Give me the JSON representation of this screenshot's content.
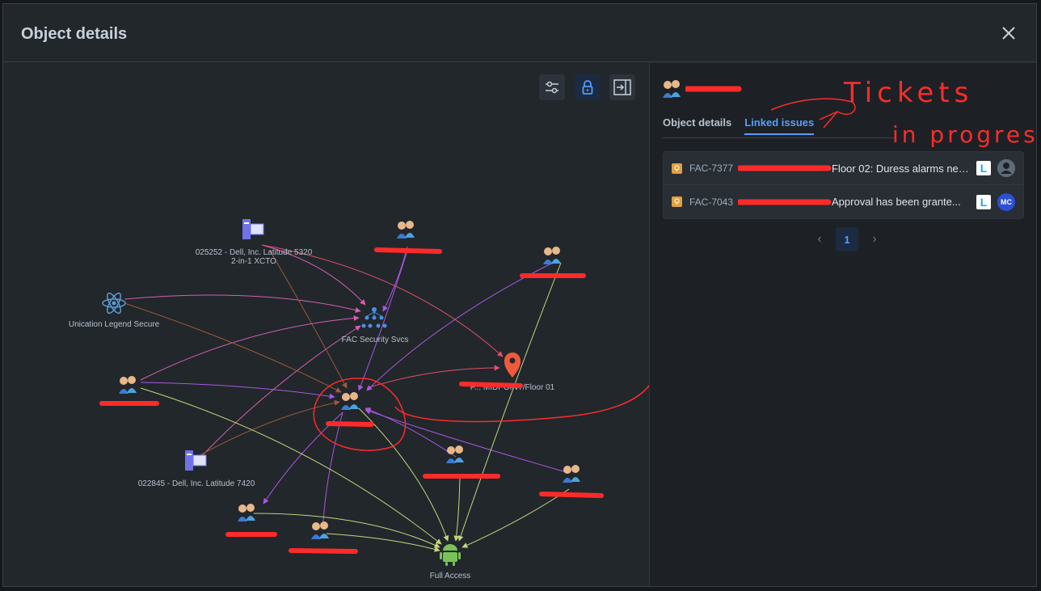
{
  "modal": {
    "title": "Object details"
  },
  "graph": {
    "toolbar": {
      "filter_icon": "sliders-icon",
      "lock_icon": "lock-icon",
      "collapse_icon": "panel-collapse-icon"
    },
    "nodes": {
      "laptop_5320": {
        "label_line1": "025252 - Dell, Inc. Latitude 5320",
        "label_line2": "2-in-1 XCTO",
        "icon": "computer-icon"
      },
      "unication": {
        "label": "Unication Legend Secure",
        "icon": "atom-icon"
      },
      "fac_security": {
        "label": "FAC Security Svcs",
        "icon": "org-chart-icon"
      },
      "location": {
        "label": "F... MIDPOINT/Floor 01",
        "icon": "map-pin-icon"
      },
      "laptop_7420": {
        "label": "022845 - Dell, Inc. Latitude 7420",
        "icon": "computer-icon"
      },
      "full_access": {
        "label": "Full Access",
        "icon": "android-icon"
      }
    },
    "colors": {
      "pink": "#d45fb1",
      "purple": "#a857e0",
      "brown": "#9b5a3a",
      "yellowgreen": "#c4d67e",
      "red": "#ff2b2b"
    }
  },
  "panel": {
    "tabs": [
      {
        "label": "Object details",
        "active": false
      },
      {
        "label": "Linked issues",
        "active": true
      }
    ],
    "issues": [
      {
        "key": "FAC-7377",
        "summary": "Floor 02: Duress alarms nee...",
        "status": "L",
        "assignee": "",
        "assignee_icon": "user-icon"
      },
      {
        "key": "FAC-7043",
        "summary": "Approval has been grante...",
        "status": "L",
        "assignee": "MC",
        "assignee_color": "#2b4fd6"
      }
    ],
    "pagination": {
      "current": "1"
    }
  },
  "annotations": {
    "line1": "Tickets",
    "line2": "in progress"
  }
}
